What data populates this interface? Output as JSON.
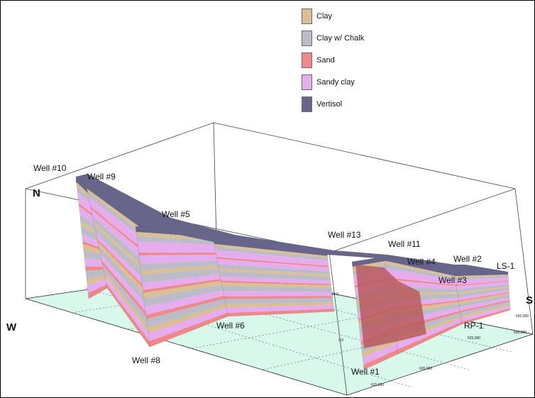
{
  "legend": {
    "items": [
      {
        "label": "Clay",
        "color": "#d9bf93"
      },
      {
        "label": "Clay w/ Chalk",
        "color": "#bcbcc8"
      },
      {
        "label": "Sand",
        "color": "#ef8888"
      },
      {
        "label": "Sandy clay",
        "color": "#e6adee"
      },
      {
        "label": "Vertisol",
        "color": "#67668a"
      }
    ]
  },
  "directions": {
    "north": "N",
    "west": "W",
    "south": "S"
  },
  "wells": [
    {
      "id": "well-10",
      "label": "Well #10"
    },
    {
      "id": "well-9",
      "label": "Well #9"
    },
    {
      "id": "well-5",
      "label": "Well #5"
    },
    {
      "id": "well-13",
      "label": "Well #13"
    },
    {
      "id": "well-11",
      "label": "Well #11"
    },
    {
      "id": "well-4",
      "label": "Well #4"
    },
    {
      "id": "well-2",
      "label": "Well #2"
    },
    {
      "id": "well-3",
      "label": "Well #3"
    },
    {
      "id": "ls-1",
      "label": "LS-1"
    },
    {
      "id": "rp-1",
      "label": "RP-1"
    },
    {
      "id": "well-1",
      "label": "Well #1"
    },
    {
      "id": "well-6",
      "label": "Well #6"
    },
    {
      "id": "well-8",
      "label": "Well #8"
    }
  ],
  "axis_ticks": {
    "x": [
      "615,000",
      "620,000",
      "625,000",
      "630,000"
    ],
    "y": [
      "620,000"
    ],
    "z": [
      "10.0",
      "0.0"
    ]
  }
}
